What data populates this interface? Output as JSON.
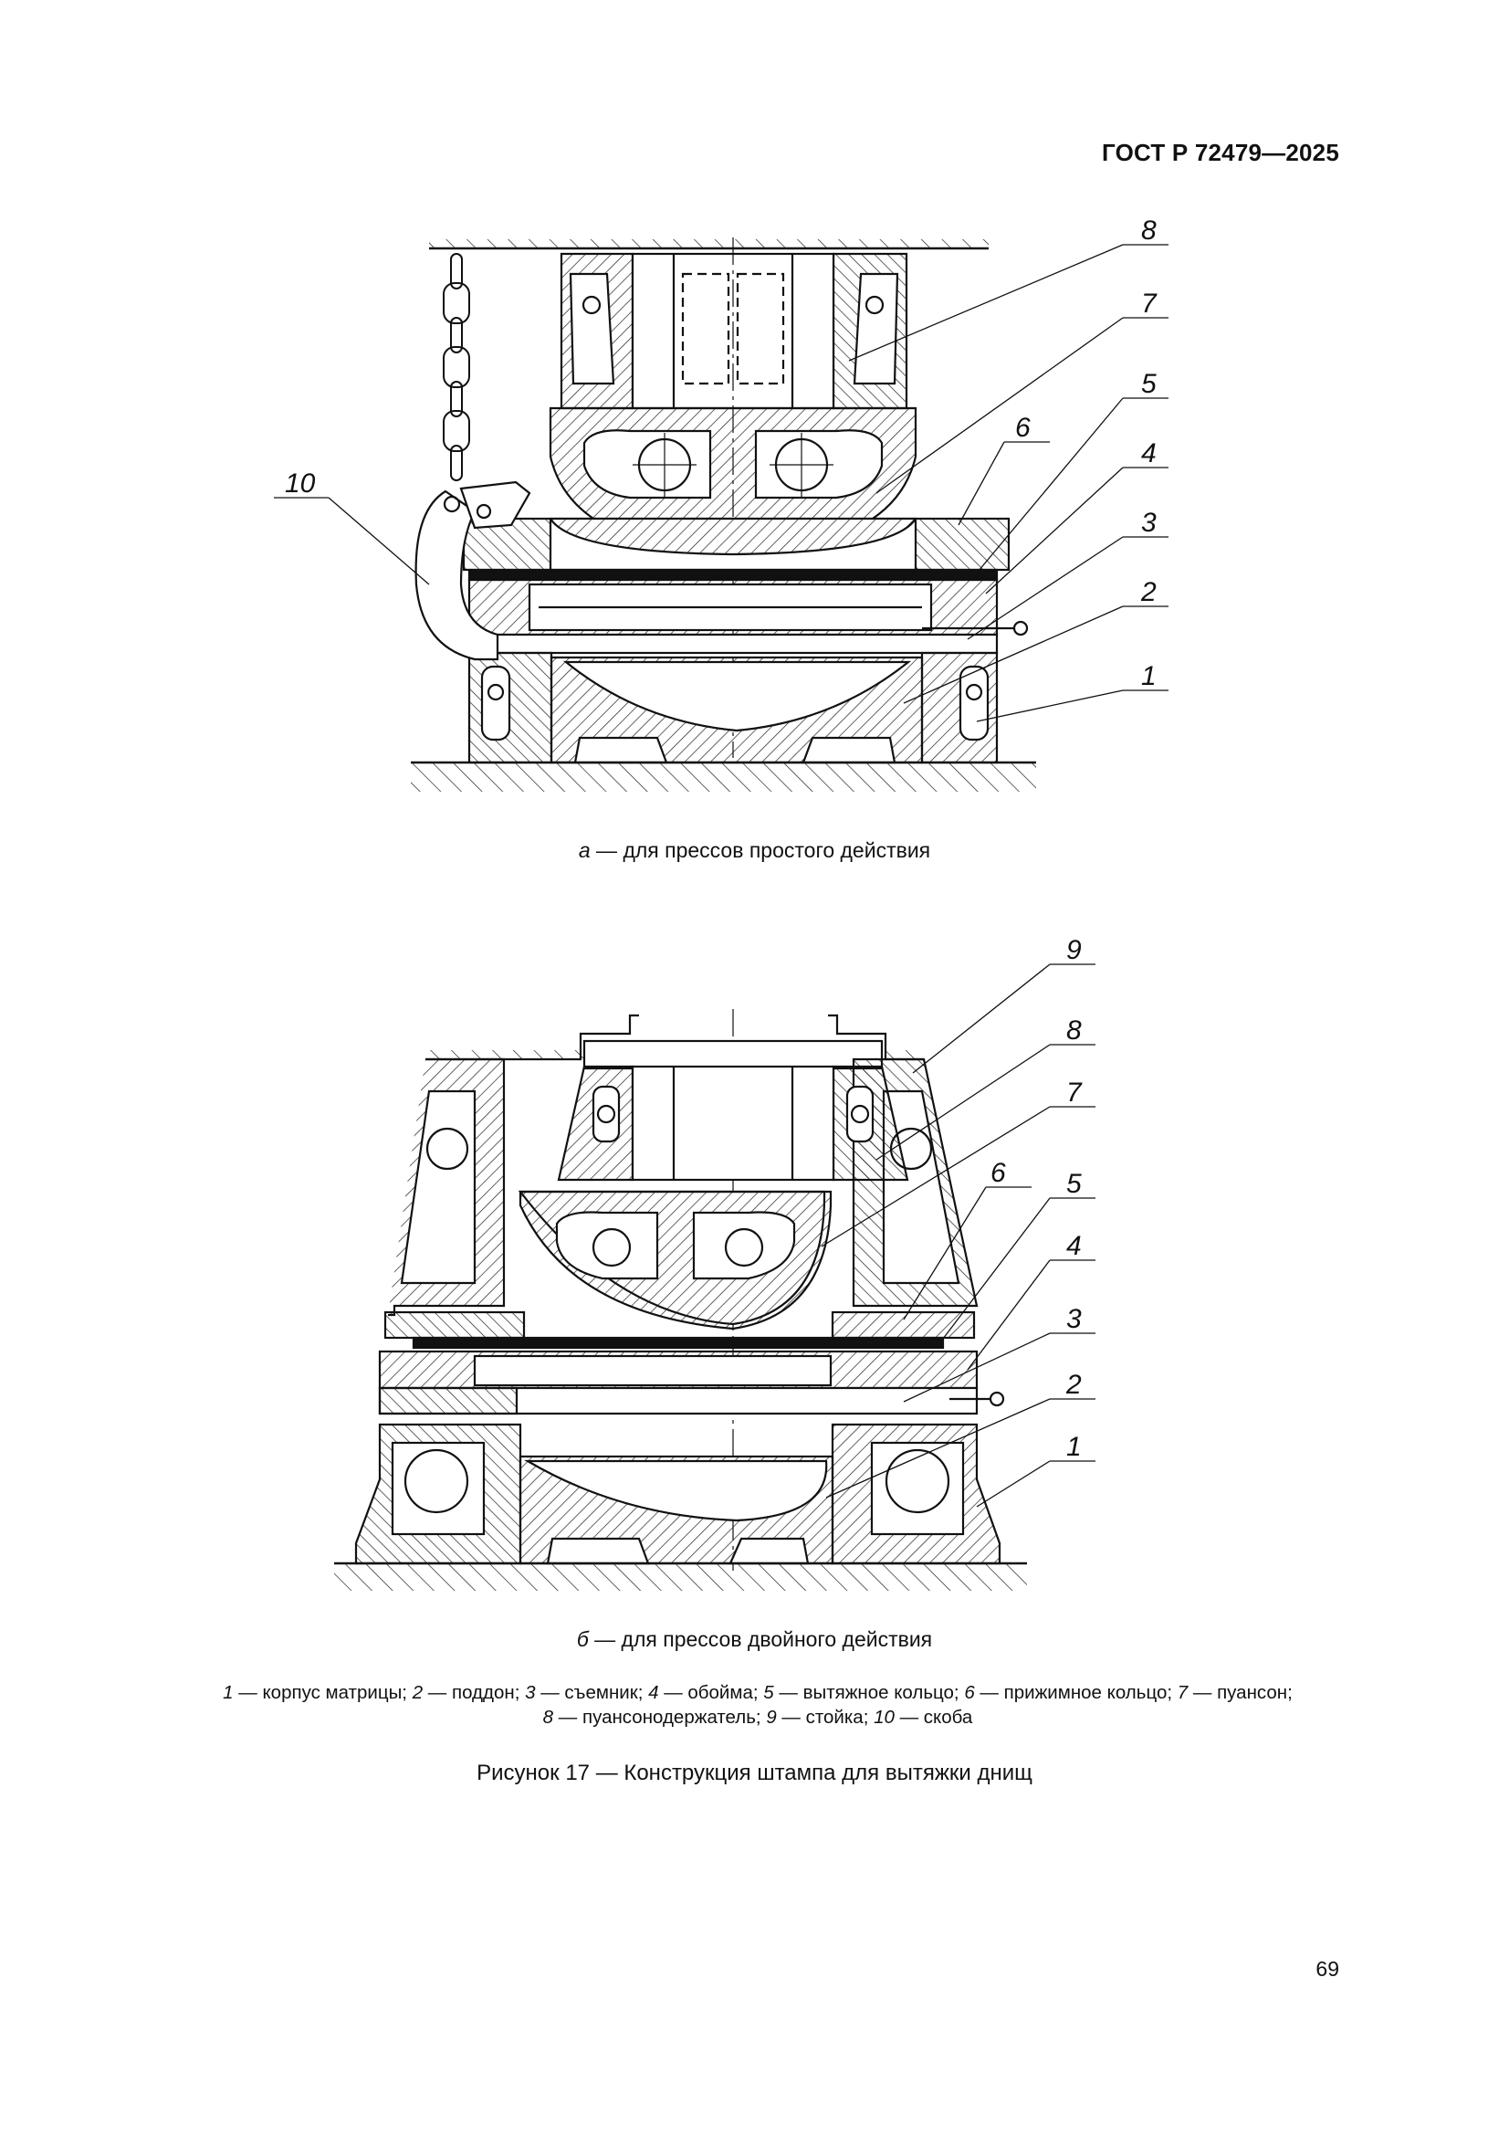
{
  "header": {
    "standard": "ГОСТ Р 72479—2025"
  },
  "figure_a": {
    "caption_letter": "а",
    "caption_text": " — для прессов простого действия",
    "labels": [
      "8",
      "7",
      "5",
      "6",
      "4",
      "10",
      "3",
      "2",
      "1"
    ]
  },
  "figure_b": {
    "caption_letter": "б",
    "caption_text": " — для прессов двойного действия",
    "labels": [
      "9",
      "8",
      "7",
      "6",
      "5",
      "4",
      "3",
      "2",
      "1"
    ]
  },
  "legend": {
    "items": [
      {
        "num": "1",
        "text": " — корпус матрицы; "
      },
      {
        "num": "2",
        "text": " — поддон; "
      },
      {
        "num": "3",
        "text": " — съемник; "
      },
      {
        "num": "4",
        "text": " — обойма; "
      },
      {
        "num": "5",
        "text": " — вытяжное кольцо; "
      },
      {
        "num": "6",
        "text": " — прижимное кольцо; "
      },
      {
        "num": "7",
        "text": " — пуансон;"
      },
      {
        "num": "8",
        "text": " — пуансонодержатель; "
      },
      {
        "num": "9",
        "text": " — стойка; "
      },
      {
        "num": "10",
        "text": " — скоба"
      }
    ]
  },
  "figure_title": "Рисунок 17 — Конструкция штампа для вытяжки днищ",
  "page_number": "69"
}
